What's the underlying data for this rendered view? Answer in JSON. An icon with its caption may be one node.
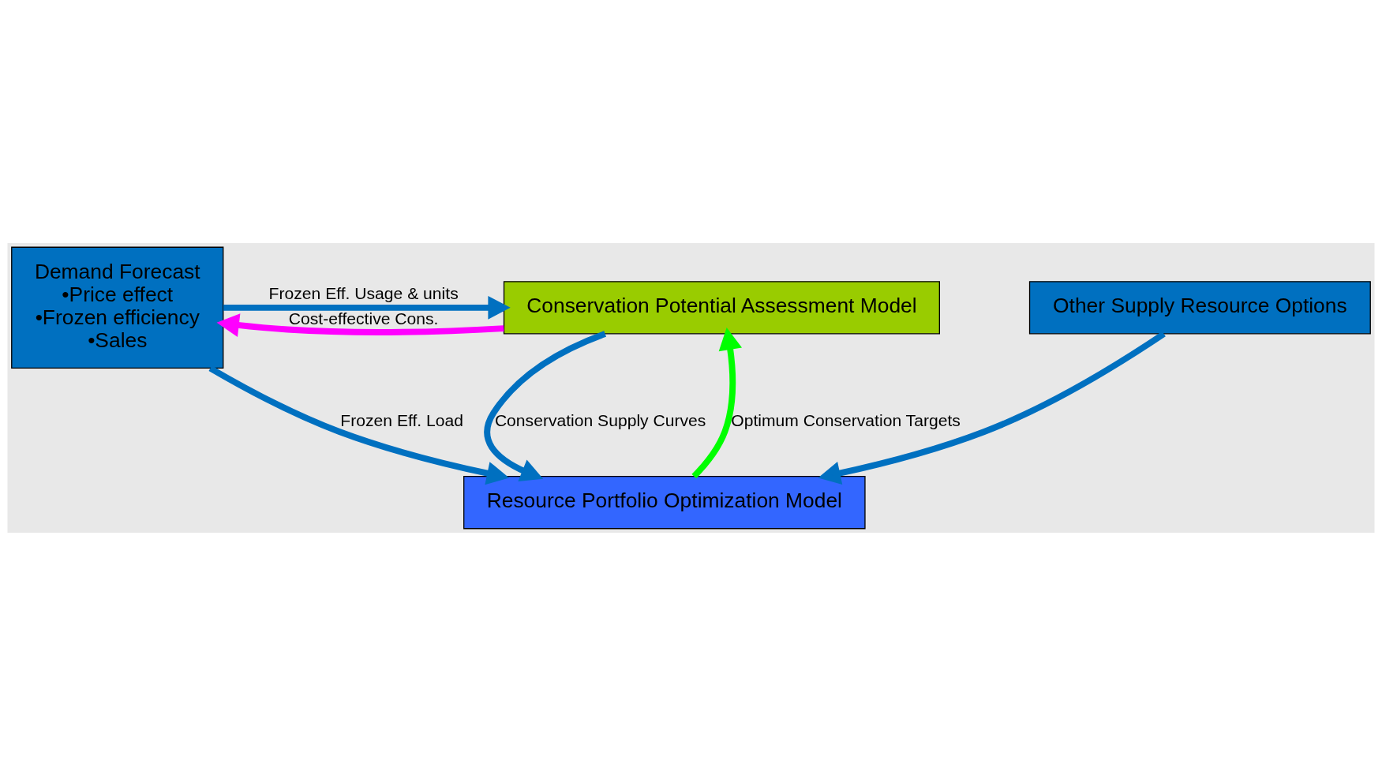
{
  "diagram": {
    "nodes": [
      {
        "text": [
          "Demand Forecast",
          "•Price effect",
          "•Frozen efficiency",
          "•Sales"
        ]
      },
      {
        "text": [
          "Conservation Potential Assessment Model"
        ]
      },
      {
        "text": [
          "Resource Portfolio Optimization Model"
        ]
      },
      {
        "text": [
          "Other Supply Resource Options"
        ]
      }
    ],
    "edges": [
      {
        "from": 0,
        "to": 1,
        "arrow": "to",
        "label": "Frozen Eff. Usage & units"
      },
      {
        "from": 1,
        "to": 0,
        "arrow": "to",
        "label": "Cost-effective Cons.",
        "color": "#ff00ff"
      },
      {
        "from": 0,
        "to": 2,
        "arrow": "to",
        "label": "Frozen Eff. Load"
      },
      {
        "from": 1,
        "to": 2,
        "arrow": "to",
        "label": "Conservation Supply Curves"
      },
      {
        "from": 3,
        "to": 2,
        "arrow": "to"
      },
      {
        "from": 2,
        "to": 1,
        "arrow": "to",
        "label": "Optimum Conservation Targets",
        "color": "#00ff00"
      }
    ]
  }
}
